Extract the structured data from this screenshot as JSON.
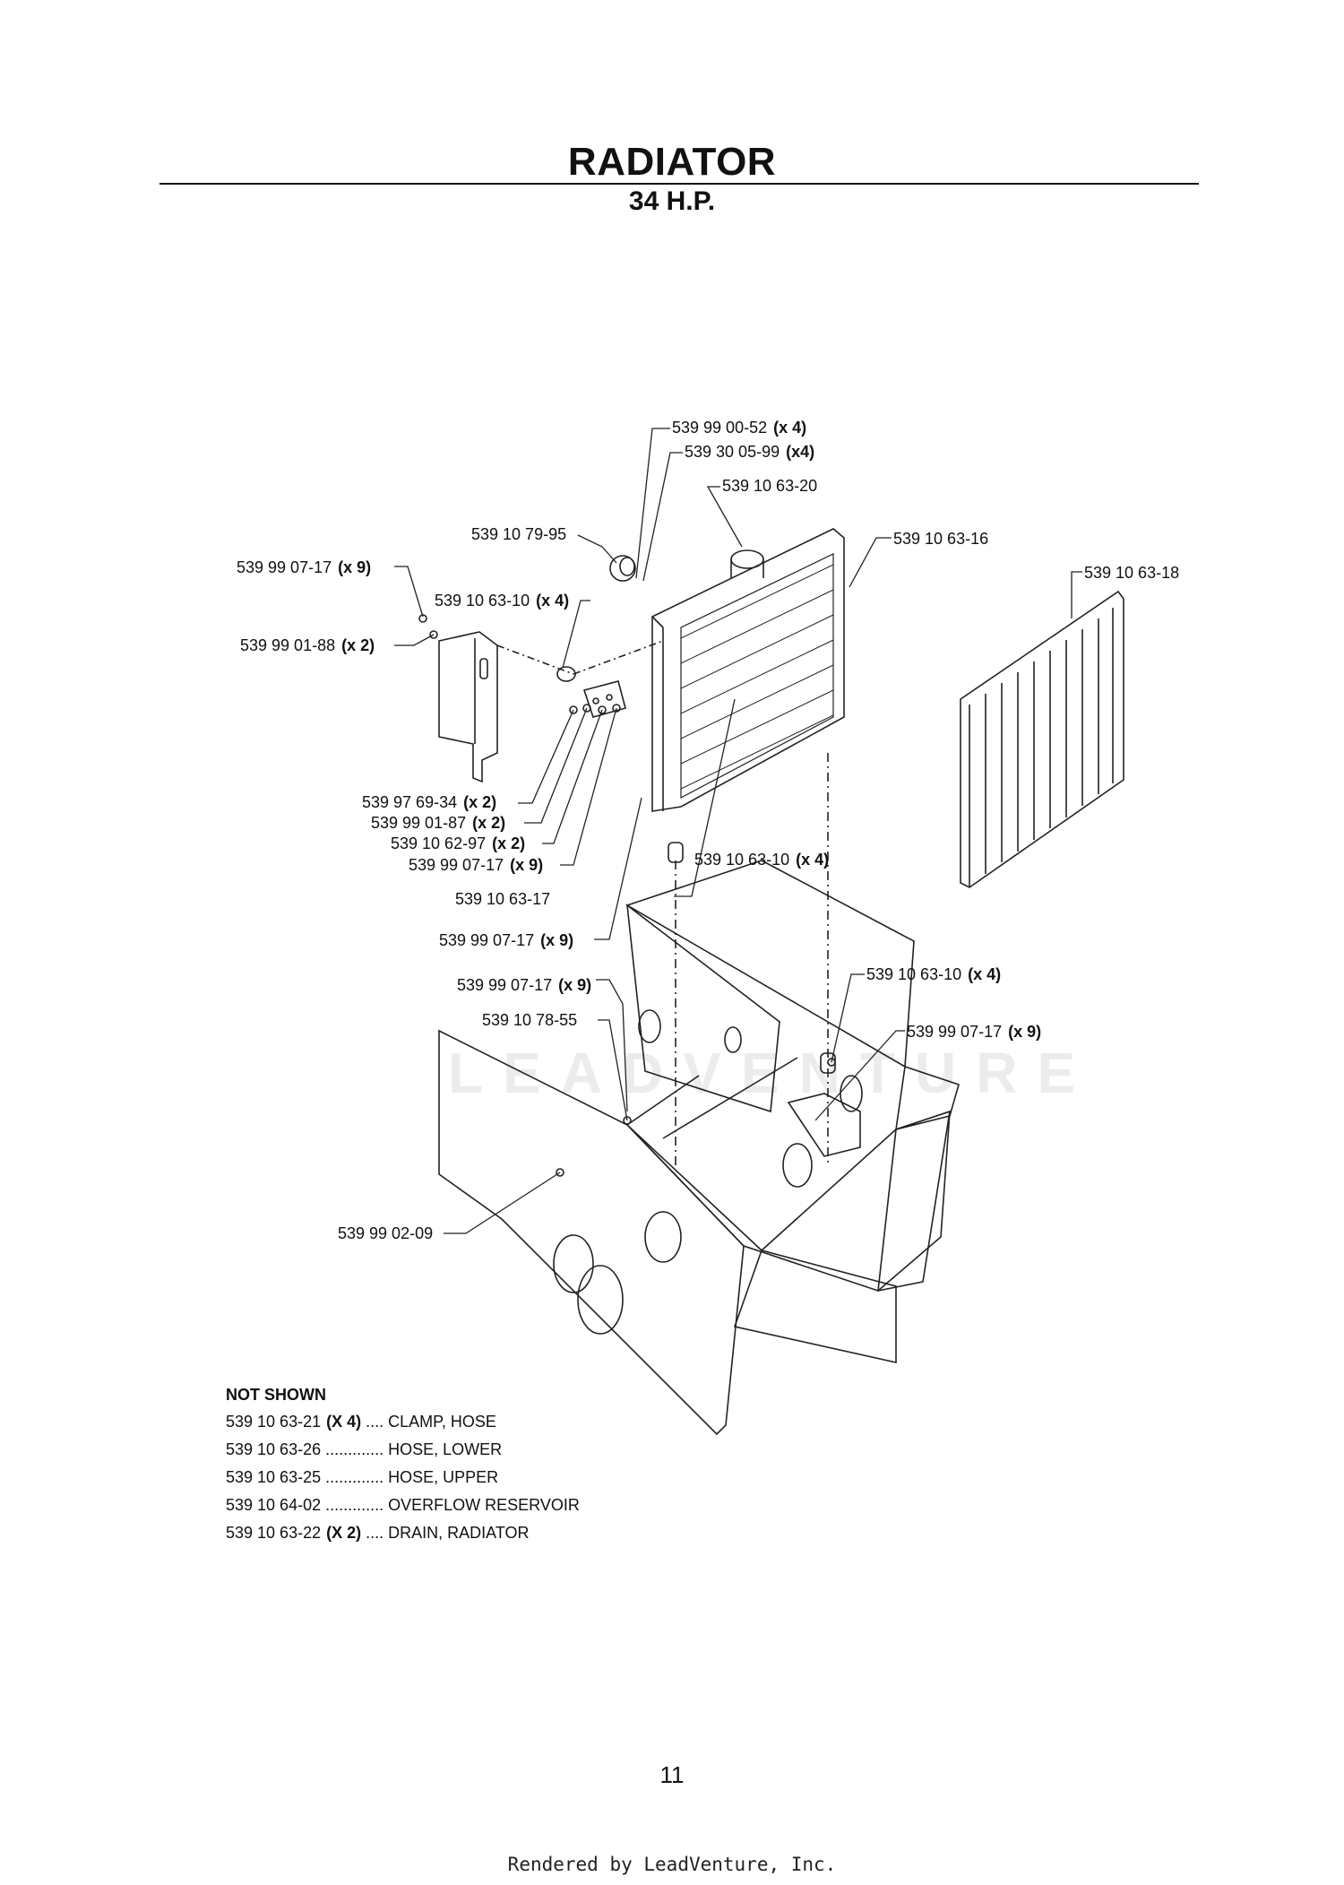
{
  "title": "RADIATOR",
  "subtitle": "34 H.P.",
  "watermark": "LEADVENTURE",
  "callouts": [
    {
      "part": "539 99 00-52",
      "qty": "(x 4)"
    },
    {
      "part": "539 30 05-99",
      "qty": "(x4)"
    },
    {
      "part": "539 10 63-20",
      "qty": ""
    },
    {
      "part": "539 10 79-95",
      "qty": ""
    },
    {
      "part": "539 10 63-16",
      "qty": ""
    },
    {
      "part": "539 10 63-18",
      "qty": ""
    },
    {
      "part": "539 99 07-17",
      "qty": "(x 9)"
    },
    {
      "part": "539 10 63-10",
      "qty": "(x 4)"
    },
    {
      "part": "539 99 01-88",
      "qty": "(x 2)"
    },
    {
      "part": "539 97 69-34",
      "qty": "(x 2)"
    },
    {
      "part": "539 99 01-87",
      "qty": "(x 2)"
    },
    {
      "part": "539 10 62-97",
      "qty": "(x 2)"
    },
    {
      "part": "539 99 07-17",
      "qty": "(x 9)"
    },
    {
      "part": "539 10 63-10",
      "qty": "(x 4)"
    },
    {
      "part": "539 10 63-17",
      "qty": ""
    },
    {
      "part": "539 99 07-17",
      "qty": "(x 9)"
    },
    {
      "part": "539 10 63-10",
      "qty": "(x 4)"
    },
    {
      "part": "539 99 07-17",
      "qty": "(x 9)"
    },
    {
      "part": "539 10 78-55",
      "qty": ""
    },
    {
      "part": "539 99 07-17",
      "qty": "(x 9)"
    },
    {
      "part": "539 99 02-09",
      "qty": ""
    }
  ],
  "not_shown": {
    "heading": "NOT SHOWN",
    "items": [
      {
        "part": "539 10 63-21",
        "qty": "(X 4)",
        "dots": "....",
        "desc": "CLAMP, HOSE"
      },
      {
        "part": "539 10 63-26",
        "qty": "",
        "dots": ".............",
        "desc": "HOSE, LOWER"
      },
      {
        "part": "539 10 63-25",
        "qty": "",
        "dots": ".............",
        "desc": "HOSE, UPPER"
      },
      {
        "part": "539 10 64-02",
        "qty": "",
        "dots": ".............",
        "desc": "OVERFLOW RESERVOIR"
      },
      {
        "part": "539 10 63-22",
        "qty": "(X 2)",
        "dots": "....",
        "desc": "DRAIN, RADIATOR"
      }
    ]
  },
  "page_number": "11",
  "footer": "Rendered by LeadVenture, Inc."
}
